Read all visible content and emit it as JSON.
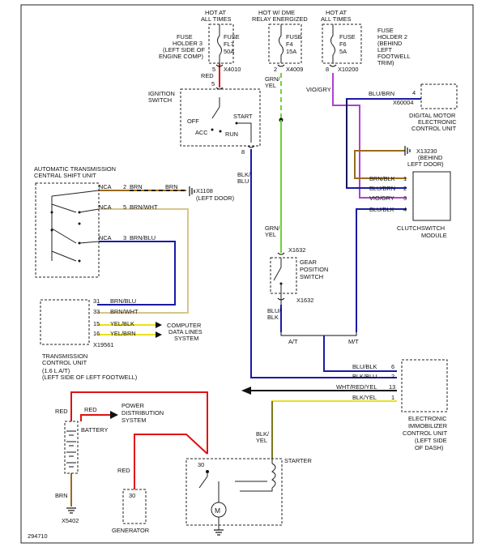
{
  "wire_colors": {
    "red": "#e01010",
    "green": "#6fd33a",
    "violet": "#b040d0",
    "blue": "#1a1aa8",
    "black": "#111111",
    "brown": "#9b6a1c",
    "yellow": "#e8e020",
    "tan": "#d8c58a"
  },
  "fuses": {
    "fl7": {
      "header": [
        "HOT AT",
        "ALL TIMES"
      ],
      "name": "FUSE",
      "id": "FL7",
      "rating": "50A",
      "holder": [
        "FUSE",
        "HOLDER 3",
        "(LEFT SIDE OF",
        "ENGINE COMP)"
      ],
      "pin": "5",
      "connector": "X4010"
    },
    "f4": {
      "header": [
        "HOT W/ DME",
        "RELAY ENERGIZED"
      ],
      "name": "FUSE",
      "id": "F4",
      "rating": "15A",
      "pin": "2",
      "connector": "X4009"
    },
    "f6": {
      "header": [
        "HOT AT",
        "ALL TIMES"
      ],
      "name": "FUSE",
      "id": "F6",
      "rating": "5A",
      "holder": [
        "FUSE",
        "HOLDER 2",
        "(BEHIND",
        "LEFT",
        "FOOTWELL",
        "TRIM)"
      ],
      "pin": "8",
      "connector": "X10200"
    }
  },
  "ignition": {
    "title": [
      "IGNITION",
      "SWITCH"
    ],
    "off": "OFF",
    "acc": "ACC",
    "start": "START",
    "run": "RUN",
    "pin_in": "5",
    "pin_out": "8",
    "wire_in": "RED",
    "wire_out": [
      "BLK/",
      "BLU"
    ]
  },
  "wires": {
    "grn_yel": [
      "GRN/",
      "YEL"
    ],
    "grn_yel_lower": [
      "GRN/",
      "YEL"
    ],
    "vio_gry": "VIO/GRY",
    "blu_brn_dme": "BLU/BRN",
    "blu_blk_gps": [
      "BLU/",
      "BLK"
    ]
  },
  "dme": {
    "title": [
      "DIGITAL MOTOR",
      "ELECTRONIC",
      "CONTROL UNIT"
    ],
    "pin": "4",
    "connector": "X60004"
  },
  "ground_x13230": {
    "id": "X13230",
    "loc": [
      "(BEHIND",
      "LEFT DOOR)"
    ]
  },
  "clutch": {
    "title": [
      "CLUTCHSWITCH",
      "MODULE"
    ],
    "wires": [
      {
        "label": "BRN/BLK",
        "pin": "1"
      },
      {
        "label": "BLU/BRN",
        "pin": "2"
      },
      {
        "label": "VIO/GRY",
        "pin": "3"
      },
      {
        "label": "BLU/BLK",
        "pin": "4"
      }
    ]
  },
  "csu": {
    "title": [
      "AUTOMATIC TRANSMISSION",
      "CENTRAL SHIFT UNIT"
    ],
    "rows": [
      {
        "nca": "NCA",
        "pin": "2",
        "wire": "BRN"
      },
      {
        "nca": "NCA",
        "pin": "5",
        "wire": "BRN/WHT"
      },
      {
        "nca": "NCA",
        "pin": "3",
        "wire": "BRN/BLU"
      }
    ],
    "ground_wire": "BRN",
    "ground_id": "X1108",
    "ground_loc": "(LEFT DOOR)"
  },
  "tcu": {
    "title": [
      "TRANSMISSION",
      "CONTROL UNIT"
    ],
    "loc": [
      "(1.6 L A/T)",
      "(LEFT SIDE OF LEFT FOOTWELL)"
    ],
    "connector": "X19561",
    "rows": [
      {
        "pin": "31",
        "wire": "BRN/BLU"
      },
      {
        "pin": "33",
        "wire": "BRN/WHT"
      },
      {
        "pin": "15",
        "wire": "YEL/BLK"
      },
      {
        "pin": "16",
        "wire": "YEL/BRN"
      }
    ],
    "data_lines": [
      "COMPUTER",
      "DATA LINES",
      "SYSTEM"
    ]
  },
  "gps": {
    "title": [
      "GEAR",
      "POSITION",
      "SWITCH"
    ],
    "connector": "X1632",
    "at": "A/T",
    "mt": "M/T"
  },
  "immobilizer": {
    "title": [
      "ELECTRONIC",
      "IMMOBILIZER",
      "CONTROL UNIT",
      "(LEFT SIDE",
      "OF DASH)"
    ],
    "rows": [
      {
        "label": "BLU/BLK",
        "pin": "6"
      },
      {
        "label": "BLK/BLU",
        "pin": "2"
      },
      {
        "label": "WHT/RED/YEL",
        "pin": "13"
      },
      {
        "label": "BLK/YEL",
        "pin": "1"
      }
    ]
  },
  "battery": {
    "title": "BATTERY",
    "red_top": "RED",
    "red_pds": "RED",
    "ground_wire": "BRN",
    "ground_id": "X5402"
  },
  "pds": {
    "title": [
      "POWER",
      "DISTRIBUTION",
      "SYSTEM"
    ]
  },
  "generator": {
    "title": "GENERATOR",
    "pin": "30",
    "wire": "RED"
  },
  "starter": {
    "title": "STARTER",
    "pin": "30",
    "motor": "M",
    "wire_in": [
      "BLK/",
      "YEL"
    ]
  },
  "figure_id": "294710"
}
